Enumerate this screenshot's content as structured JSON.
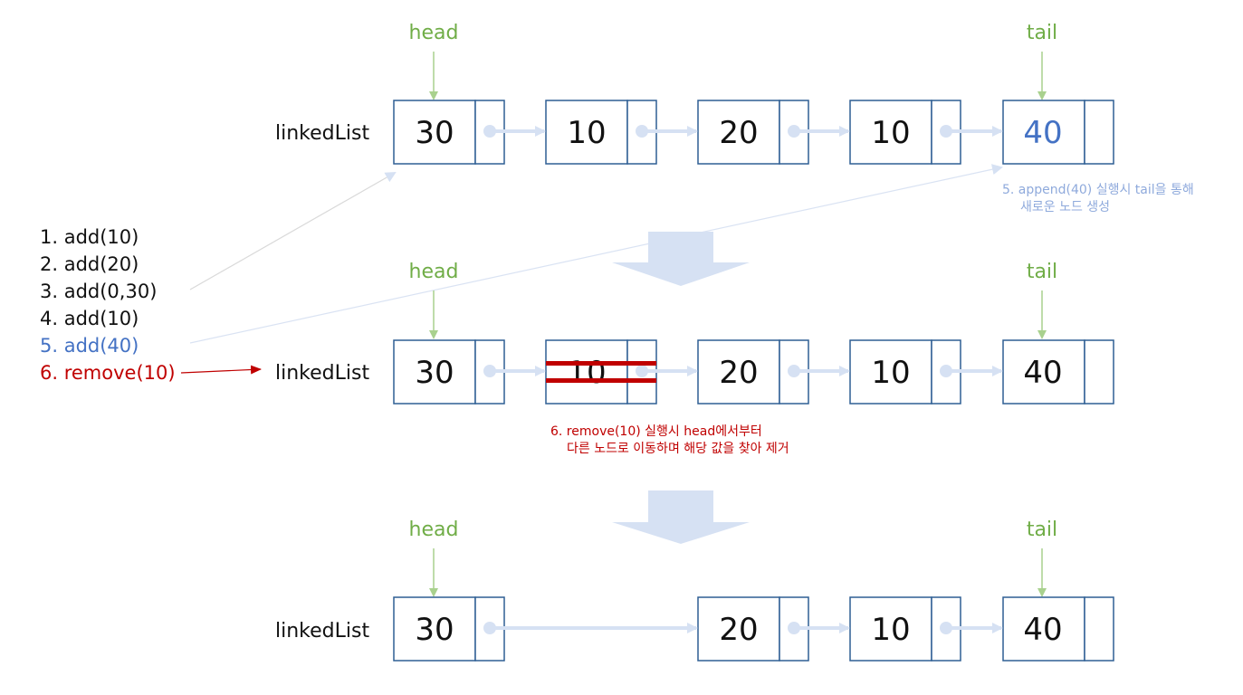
{
  "list_label": "linkedList",
  "head_label": "head",
  "tail_label": "tail",
  "operations": [
    "1. add(10)",
    "2. add(20)",
    "3. add(0,30)",
    "4. add(10)",
    "5. add(40)",
    "6. remove(10)"
  ],
  "rows": [
    {
      "values": [
        "30",
        "10",
        "20",
        "10",
        "40"
      ]
    },
    {
      "values": [
        "30",
        "10",
        "20",
        "10",
        "40"
      ],
      "removed_index": 1
    },
    {
      "values": [
        "30",
        "",
        "20",
        "10",
        "40"
      ]
    }
  ],
  "notes": {
    "append_line1": "5. append(40) 실행시 tail을 통해",
    "append_line2": "새로운 노드 생성",
    "remove_line1": "6. remove(10) 실행시 head에서부터",
    "remove_line2": "다른 노드로 이동하며 해당 값을 찾아 제거"
  },
  "colors": {
    "node_border": "#2f5f94",
    "link": "#d6e1f3",
    "pointer_label": "#70ad47",
    "pointer_line": "#a9d18e",
    "new_value": "#4472c4",
    "remove": "#c00000",
    "note_blue": "#8faadc"
  }
}
